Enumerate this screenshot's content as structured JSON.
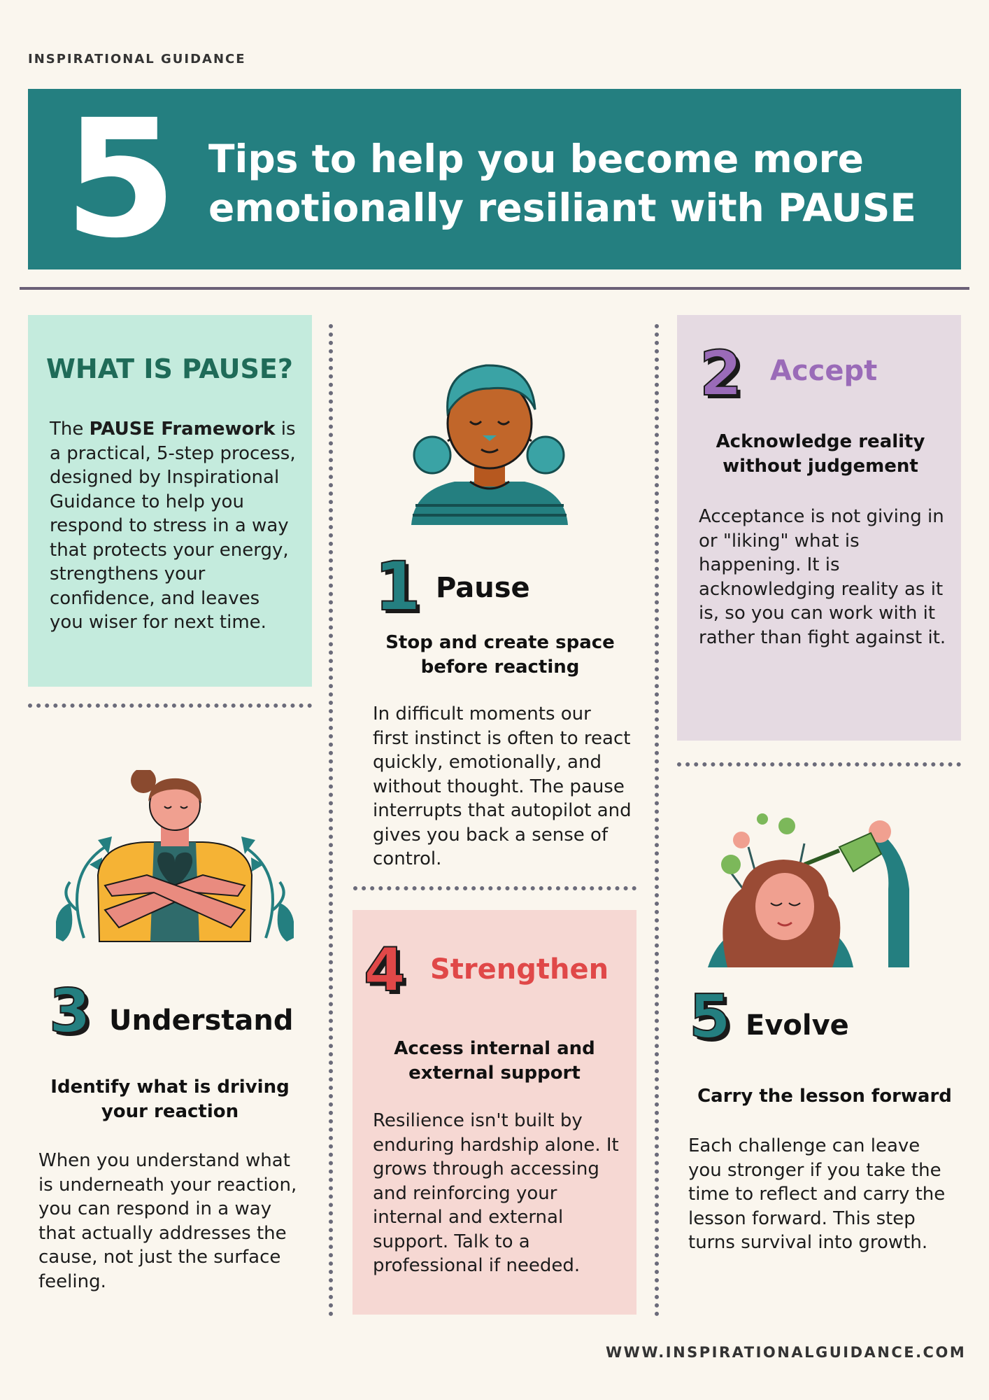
{
  "brand": "INSPIRATIONAL GUIDANCE",
  "banner": {
    "number": "5",
    "title": "Tips to help you become more emotionally resiliant with PAUSE"
  },
  "what_is_pause": {
    "heading": "WHAT IS PAUSE?",
    "text_before": "The ",
    "text_bold": "PAUSE Framework",
    "text_after": " is a practical, 5-step process, designed by Inspirational Guidance to help you respond to stress in a way that protects your energy, strengthens your confidence, and leaves you wiser for next time."
  },
  "steps": [
    {
      "number": "1",
      "title": "Pause",
      "subtitle": "Stop and create space before reacting",
      "body": "In difficult moments our first instinct is often to react quickly, emotionally, and without thought. The pause interrupts that autopilot and gives you back a sense of control.",
      "color": "#247f80"
    },
    {
      "number": "2",
      "title": "Accept",
      "subtitle": "Acknowledge reality without judgement",
      "body": "Acceptance is not giving in or \"liking\" what is happening. It is acknowledging reality as it is, so you can work with it rather than fight against it.",
      "color": "#9a6bb8"
    },
    {
      "number": "3",
      "title": "Understand",
      "subtitle": "Identify what is driving your reaction",
      "body": "When you understand what is underneath your reaction, you can respond in a way that actually addresses the cause, not just the surface feeling.",
      "color": "#247f80"
    },
    {
      "number": "4",
      "title": "Strengthen",
      "subtitle": "Access internal and external support",
      "body": "Resilience isn't built by enduring hardship alone. It grows through accessing and reinforcing your internal and external support. Talk to a professional if needed.",
      "color": "#e04848"
    },
    {
      "number": "5",
      "title": "Evolve",
      "subtitle": "Carry the lesson forward",
      "body": "Each challenge can leave you stronger if you take the time to reflect and carry the lesson forward. This step turns survival into growth.",
      "color": "#247f80"
    }
  ],
  "footer": "WWW.INSPIRATIONALGUIDANCE.COM",
  "colors": {
    "teal": "#247f80",
    "mint": "#c4ebdd",
    "lilac": "#e5dae2",
    "pink": "#f6d8d3",
    "background": "#faf6ee"
  },
  "illustrations": [
    "meditating-woman-illustration",
    "self-hug-illustration",
    "watering-head-illustration"
  ]
}
